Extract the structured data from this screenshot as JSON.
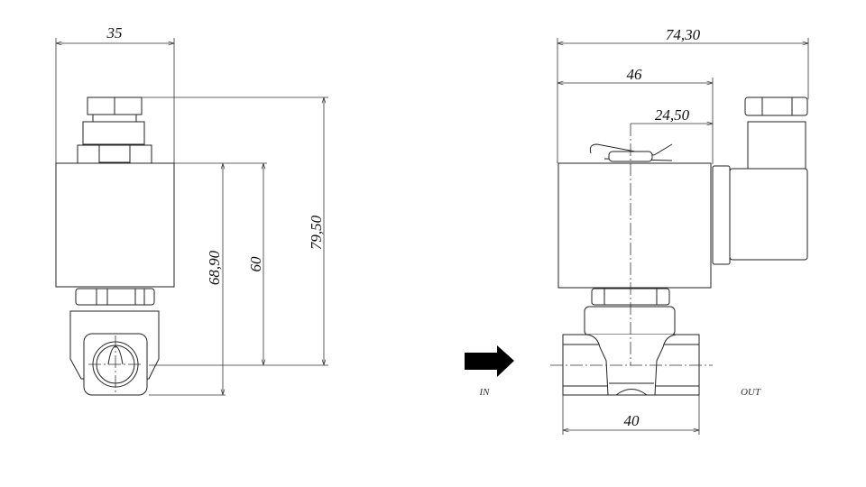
{
  "left_view": {
    "dimensions": {
      "width": "35",
      "height_total": "79,50",
      "height_body": "68,90",
      "height_axis": "60"
    }
  },
  "right_view": {
    "dimensions": {
      "overall_width": "74,30",
      "coil_width": "46",
      "axis_offset": "24,50",
      "port_length": "40"
    },
    "flow": {
      "inlet_label": "IN",
      "outlet_label": "OUT",
      "arrow_color": "#000000"
    }
  }
}
